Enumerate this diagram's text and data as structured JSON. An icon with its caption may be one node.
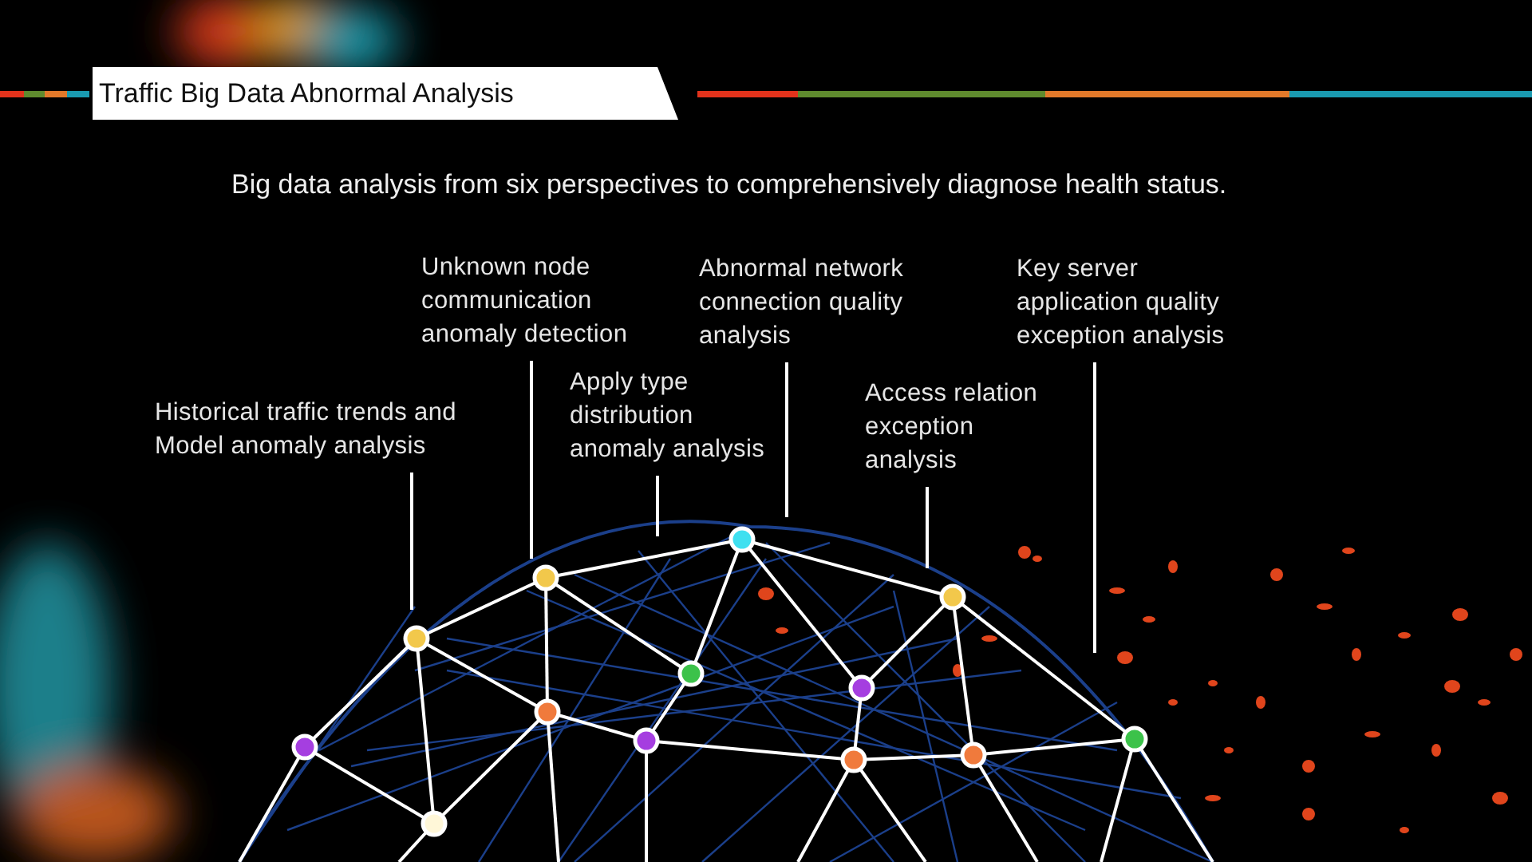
{
  "diagram": {
    "title": "Traffic Big Data Abnormal Analysis",
    "nodes": [
      {
        "text": [
          "Historical traffic trends and Model anomaly analysis"
        ]
      },
      {
        "text": [
          "Unknown node communication anomaly detection"
        ]
      },
      {
        "text": [
          "Apply type distribution anomaly analysis"
        ]
      },
      {
        "text": [
          "Abnormal network connection quality analysis"
        ]
      },
      {
        "text": [
          "Access relation exception analysis"
        ]
      },
      {
        "text": [
          "Key server application quality exception analysis"
        ]
      }
    ],
    "edges": [
      {
        "from": 0,
        "to": null,
        "arrow": "none"
      },
      {
        "from": 1,
        "to": null,
        "arrow": "none"
      },
      {
        "from": 2,
        "to": null,
        "arrow": "none"
      },
      {
        "from": 3,
        "to": null,
        "arrow": "none"
      },
      {
        "from": 4,
        "to": null,
        "arrow": "none"
      },
      {
        "from": 5,
        "to": null,
        "arrow": "none"
      }
    ],
    "labels": [
      "Big data analysis from six perspectives to comprehensively diagnose health status."
    ]
  }
}
